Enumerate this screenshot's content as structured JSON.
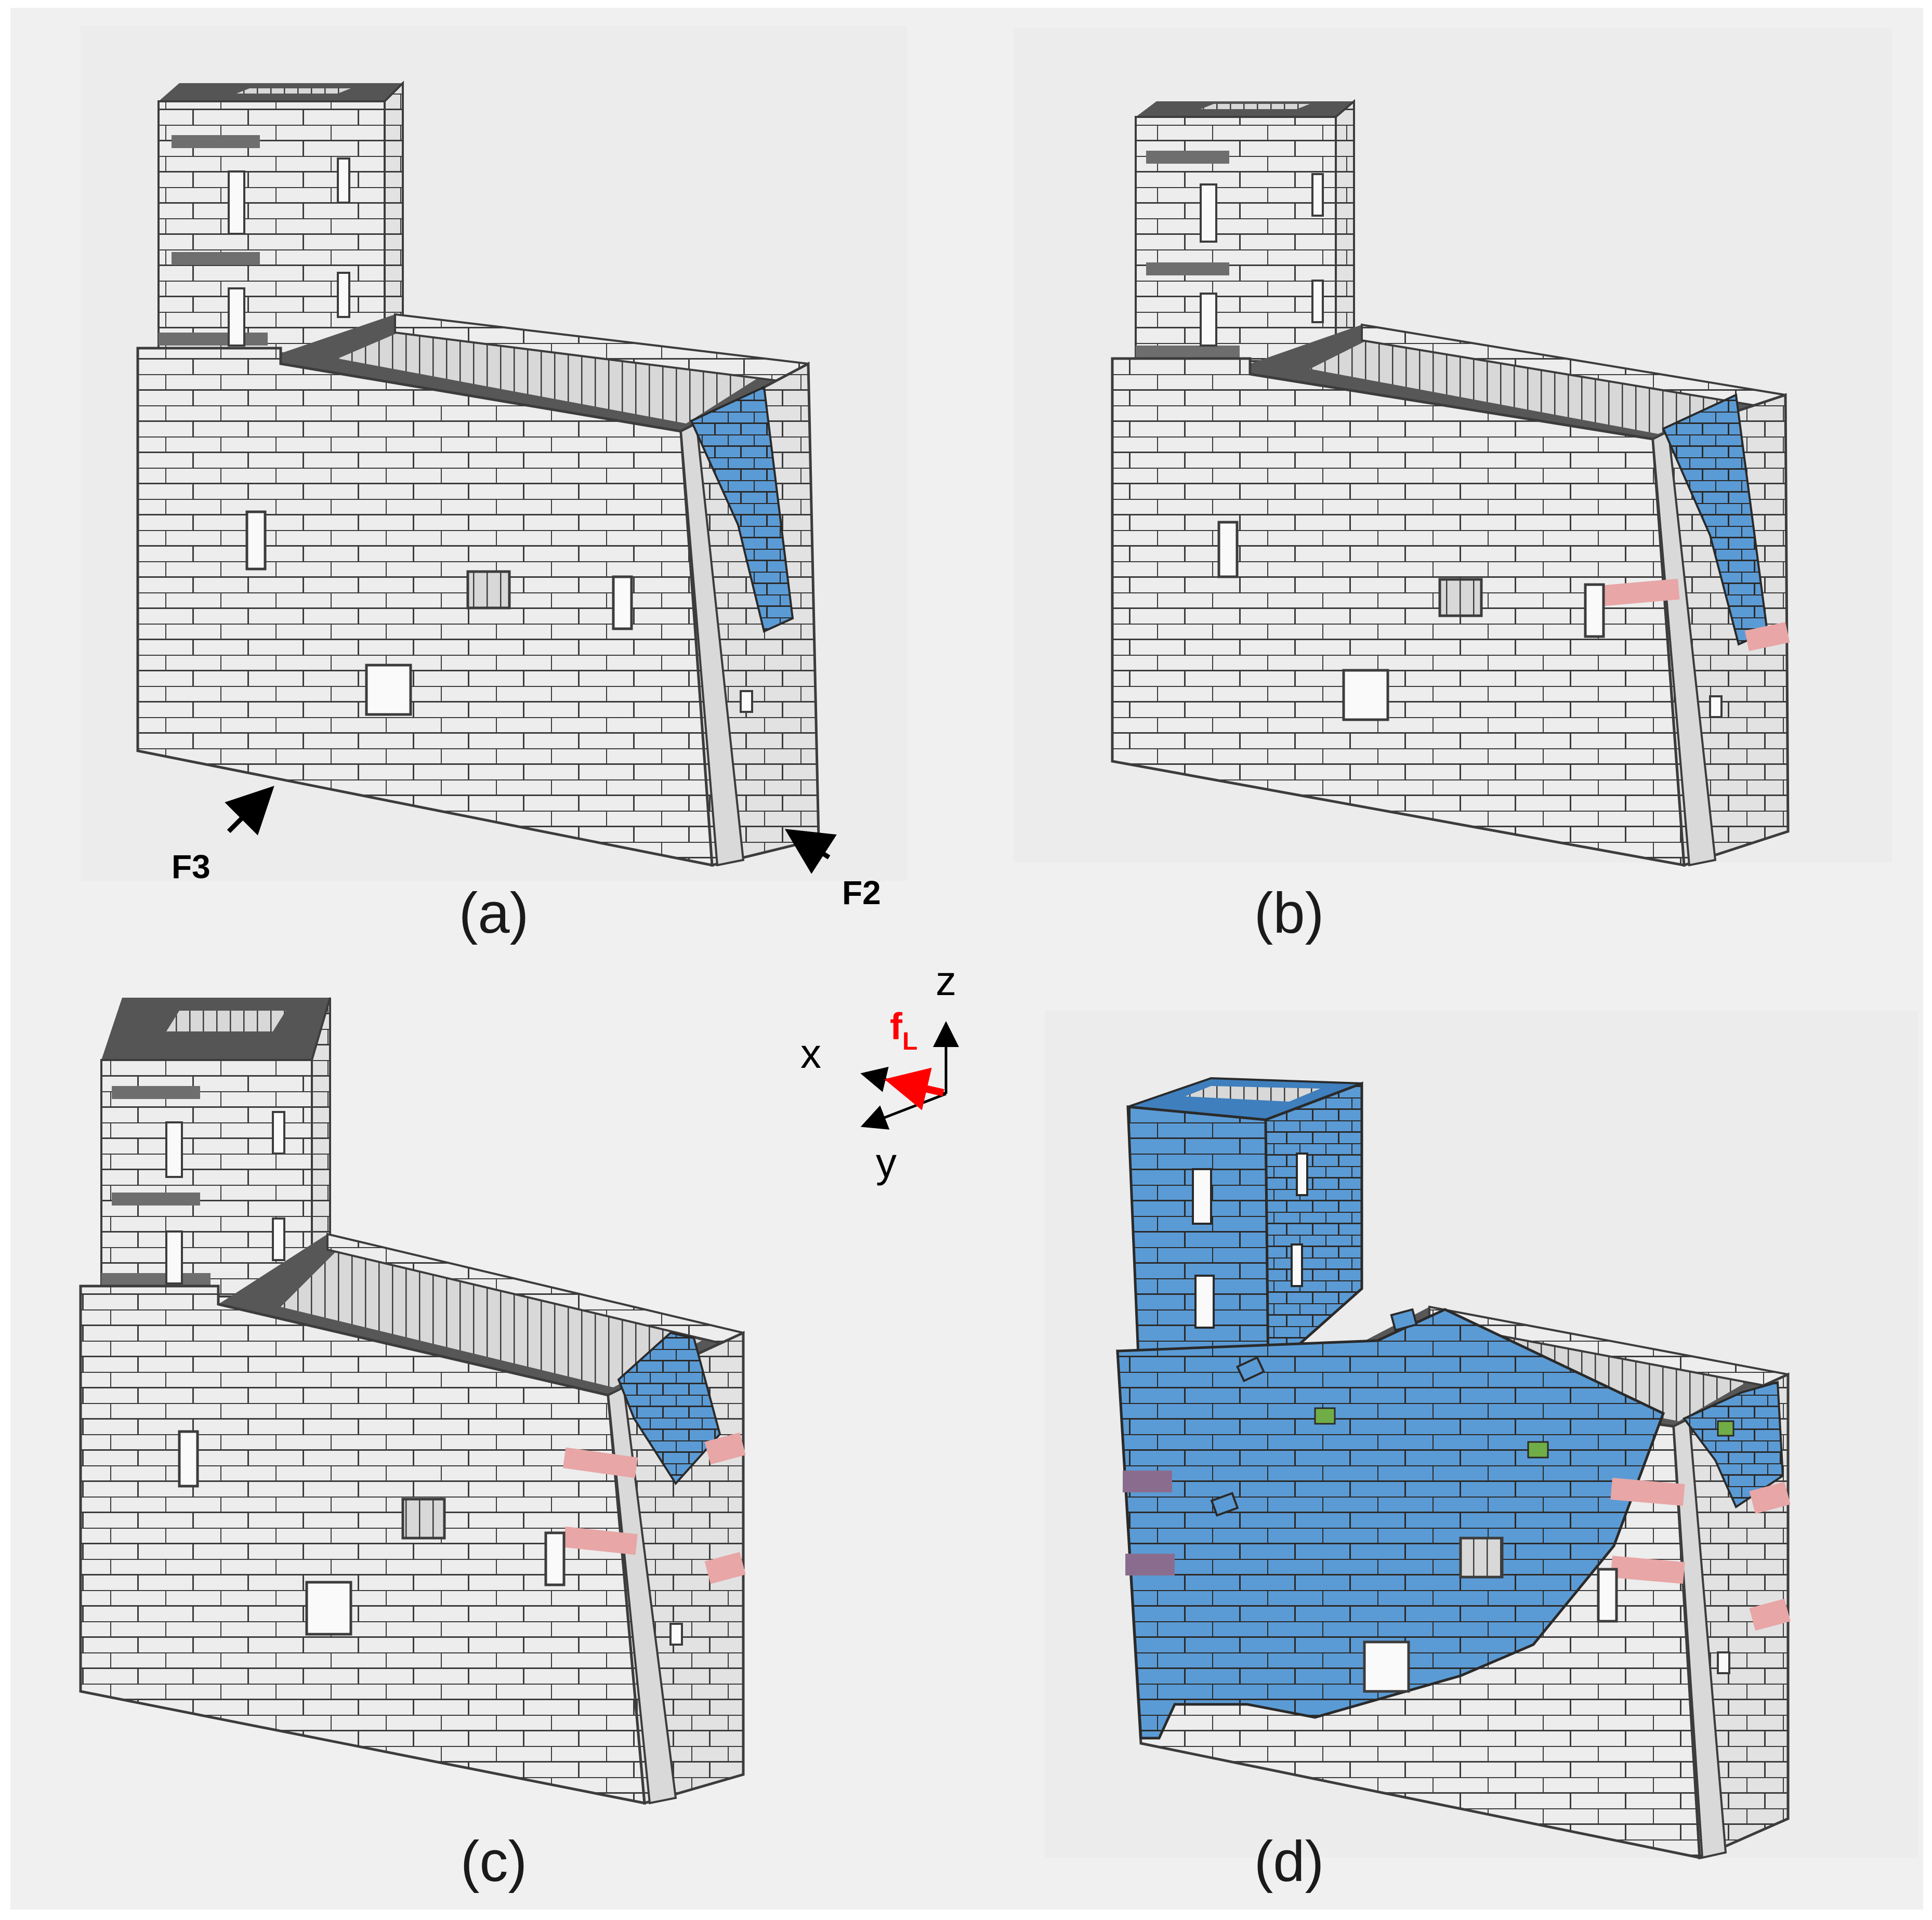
{
  "panels": [
    {
      "label": "(a)",
      "annotations": [
        "F3",
        "F2"
      ]
    },
    {
      "label": "(b)"
    },
    {
      "label": "(c)"
    },
    {
      "label": "(d)"
    }
  ],
  "axes_triad": {
    "x": "x",
    "y": "y",
    "z": "z",
    "load_main": "f",
    "load_sub": "L"
  },
  "colors": {
    "brick": "#ededed",
    "mortar": "#3c3c3c",
    "failed_block": "#5b9bd5",
    "damaged_band": "#e8a6a6",
    "dark_band": "#8a6d8e",
    "green_marker": "#70ad47",
    "load_arrow": "#ff0000",
    "panel_background": "#f0f0f0"
  }
}
